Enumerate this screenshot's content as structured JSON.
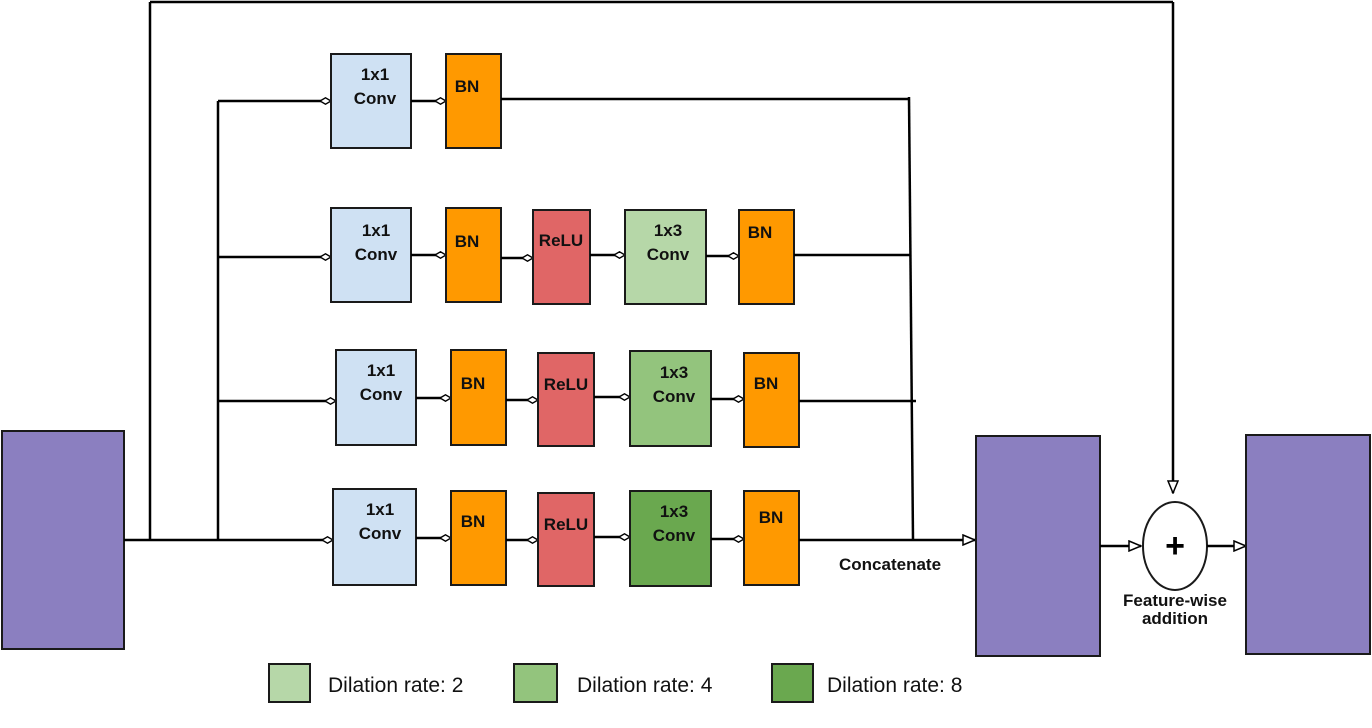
{
  "colors": {
    "tensor": "#8b7fc0",
    "conv": "#cfe1f3",
    "bn": "#ff9900",
    "relu": "#e06666",
    "dilation_2": "#b6d7a8",
    "dilation_4": "#93c47d",
    "dilation_8": "#6aa84f"
  },
  "labels": {
    "conv1x1_line1": "1x1",
    "conv1x1_line2": "Conv",
    "conv1x3_line1": "1x3",
    "conv1x3_line2": "Conv",
    "bn": "BN",
    "relu": "ReLU",
    "concatenate": "Concatenate",
    "add_symbol": "+",
    "addition_line1": "Feature-wise",
    "addition_line2": "addition"
  },
  "legend": [
    {
      "label": "Dilation rate: 2",
      "color_key": "dilation_2"
    },
    {
      "label": "Dilation rate: 4",
      "color_key": "dilation_4"
    },
    {
      "label": "Dilation rate: 8",
      "color_key": "dilation_8"
    }
  ]
}
